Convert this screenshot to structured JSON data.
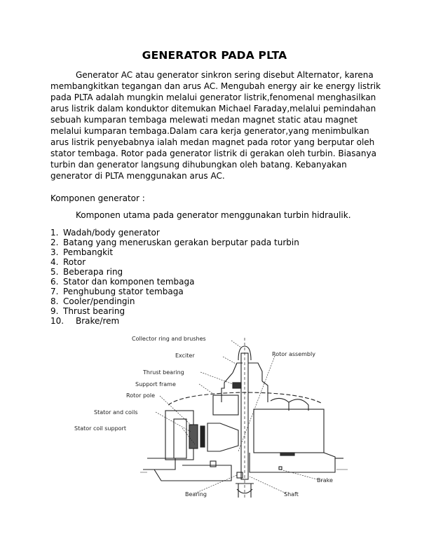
{
  "document": {
    "title": "GENERATOR PADA PLTA",
    "paragraph1": "Generator AC atau generator sinkron sering disebut Alternator, karena membangkitkan tegangan dan arus AC. Mengubah energy air ke energy listrik pada PLTA adalah mungkin melalui generator listrik,fenomenal menghasilkan arus listrik dalam konduktor ditemukan Michael Faraday,melalui pemindahan sebuah kumparan tembaga melewati medan magnet static atau magnet melalui kumparan tembaga.Dalam cara kerja generator,yang menimbulkan arus listrik penyebabnya ialah medan magnet pada rotor yang berputar oleh stator tembaga. Rotor pada generator listrik di gerakan oleh turbin. Biasanya turbin dan generator langsung dihubungkan oleh batang. Kebanyakan generator di PLTA menggunakan arus AC.",
    "section_label": "Komponen generator :",
    "paragraph2": "Komponen utama pada generator menggunakan turbin hidraulik.",
    "components": [
      {
        "num": "1.",
        "text": "Wadah/body generator"
      },
      {
        "num": "2.",
        "text": "Batang yang meneruskan gerakan berputar pada turbin"
      },
      {
        "num": "3.",
        "text": "Pembangkit"
      },
      {
        "num": "4.",
        "text": "Rotor"
      },
      {
        "num": "5.",
        "text": "Beberapa ring"
      },
      {
        "num": "6.",
        "text": "Stator dan komponen tembaga"
      },
      {
        "num": "7.",
        "text": "Penghubung stator tembaga"
      },
      {
        "num": "8.",
        "text": "Cooler/pendingin"
      },
      {
        "num": "9.",
        "text": "Thrust bearing"
      },
      {
        "num": "10.",
        "text": "Brake/rem"
      }
    ]
  },
  "diagram": {
    "labels": {
      "collector": "Collector ring and brushes",
      "exciter": "Exciter",
      "rotor_assembly": "Rotor assembly",
      "thrust_bearing": "Thrust bearing",
      "support_frame": "Support frame",
      "rotor_pole": "Rotor pole",
      "stator_coils": "Stator and coils",
      "stator_coil_support": "Stator coil support",
      "brake": "Brake",
      "bearing": "Bearing",
      "shaft": "Shaft"
    }
  }
}
